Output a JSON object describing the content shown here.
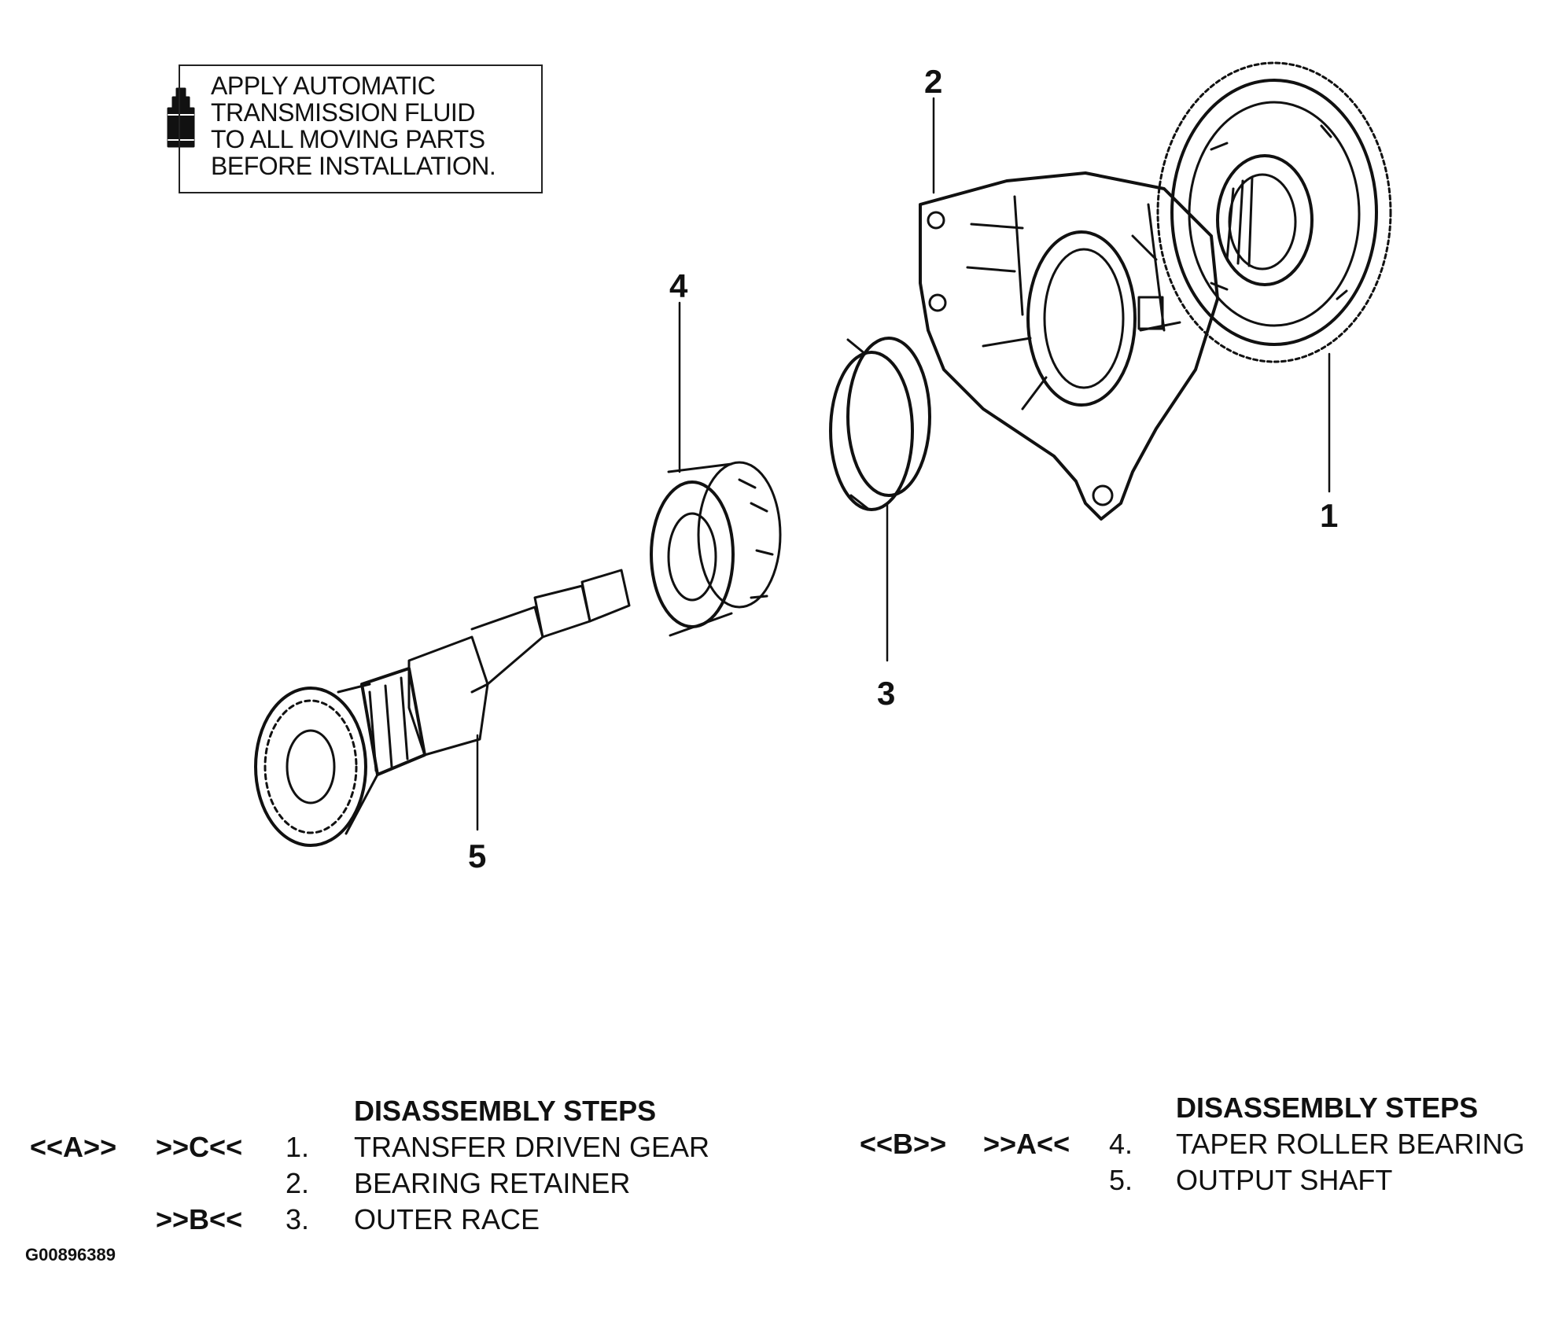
{
  "note": {
    "lines": [
      "APPLY AUTOMATIC",
      "TRANSMISSION FLUID",
      "TO ALL MOVING PARTS",
      "BEFORE INSTALLATION."
    ],
    "icon": "oil-can-icon"
  },
  "callouts": [
    "1",
    "2",
    "3",
    "4",
    "5"
  ],
  "left_steps": {
    "heading": "DISASSEMBLY STEPS",
    "rows": [
      {
        "code1": "<<A>>",
        "code2": ">>C<<",
        "num": "1.",
        "label": "TRANSFER DRIVEN GEAR"
      },
      {
        "code1": "",
        "code2": "",
        "num": "2.",
        "label": "BEARING RETAINER"
      },
      {
        "code1": "",
        "code2": ">>B<<",
        "num": "3.",
        "label": "OUTER RACE"
      }
    ]
  },
  "right_steps": {
    "heading": "DISASSEMBLY STEPS",
    "rows": [
      {
        "code1": "<<B>>",
        "code2": ">>A<<",
        "num": "4.",
        "label": "TAPER ROLLER BEARING"
      },
      {
        "code1": "",
        "code2": "",
        "num": "5.",
        "label": "OUTPUT SHAFT"
      }
    ]
  },
  "figure_id": "G00896389"
}
